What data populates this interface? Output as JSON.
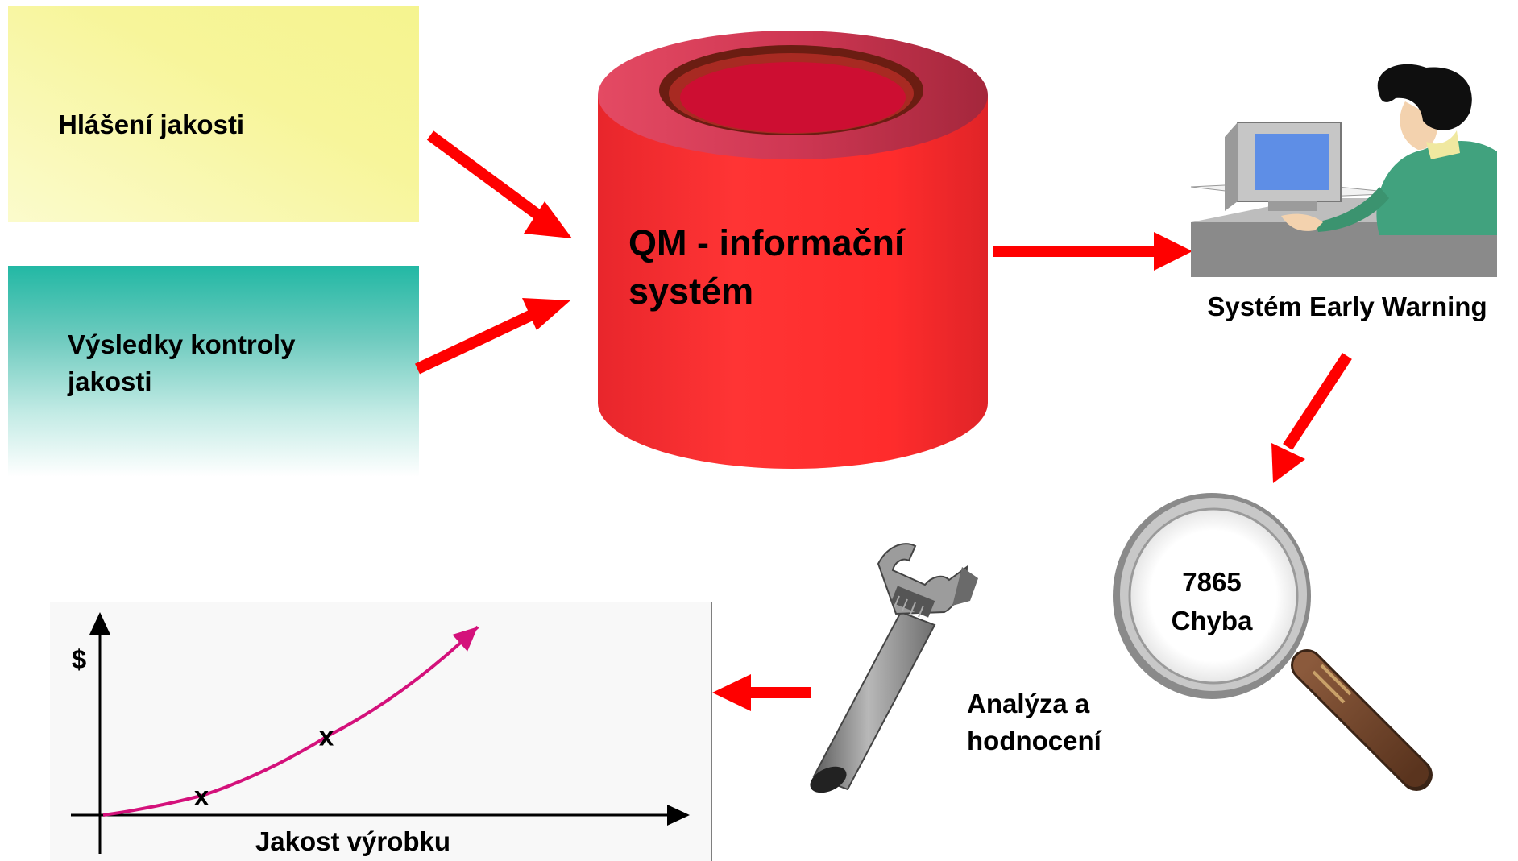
{
  "boxes": {
    "quality_reports": "Hlášení jakosti",
    "inspection_results_line1": "Výsledky kontroly",
    "inspection_results_line2": "jakosti"
  },
  "database": {
    "title_line1": "QM - informační",
    "title_line2": "systém"
  },
  "early_warning": {
    "label": "Systém Early Warning"
  },
  "magnifier": {
    "code": "7865",
    "error": "Chyba"
  },
  "analysis": {
    "line1": "Analýza a",
    "line2": "hodnocení"
  },
  "chart": {
    "y_symbol": "$",
    "xlabel": "Jakost výrobku",
    "marker": "x"
  },
  "colors": {
    "arrow": "#ff0000",
    "cylinder": "#ff2d2d",
    "curve": "#d4117b"
  },
  "chart_data": {
    "type": "line",
    "xlabel": "Jakost výrobku",
    "ylabel": "$",
    "series": [
      {
        "x": [
          0,
          2,
          4.5,
          7.5
        ],
        "y": [
          0,
          0.6,
          2.4,
          5.7
        ]
      }
    ],
    "markers": [
      {
        "x": 2,
        "y": 0.6,
        "label": "x"
      },
      {
        "x": 4.5,
        "y": 2.4,
        "label": "x"
      }
    ],
    "grid": false
  }
}
